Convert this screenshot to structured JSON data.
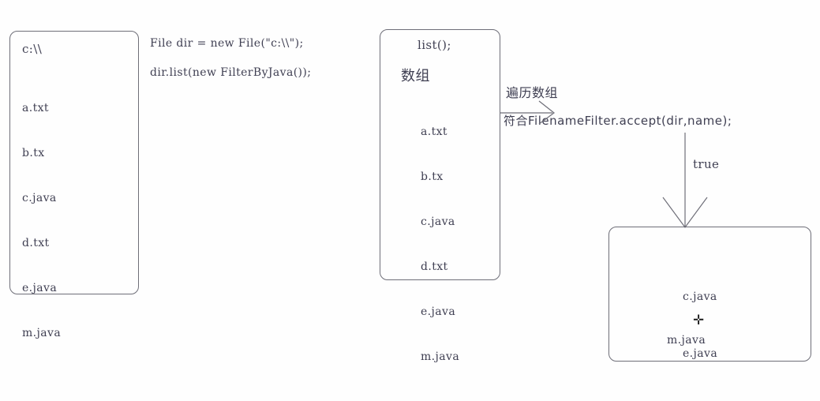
{
  "diagram": {
    "title_semantics": "java-file-list-filter-flow",
    "colors": {
      "background": "#fefefe",
      "stroke": "#6e6e78",
      "text": "#3f3f52"
    },
    "directory_box": {
      "path_label": "c:\\\\",
      "files": [
        "a.txt",
        "b.tx",
        "c.java",
        "d.txt",
        "e.java",
        "m.java"
      ]
    },
    "code_lines": [
      "File dir = new File(\"c:\\\\\");",
      "dir.list(new FilterByJava());"
    ],
    "array_box": {
      "method_label": "list();",
      "array_label": "数组",
      "files": [
        "a.txt",
        "b.tx",
        "c.java",
        "d.txt",
        "e.java",
        "m.java"
      ]
    },
    "arrows": {
      "traverse_label": "遍历数组",
      "accept_label": "符合FilenameFilter.accept(dir,name);",
      "true_label": "true"
    },
    "result_box": {
      "files_group_one": [
        "c.java",
        "e.java"
      ],
      "files_group_two": [
        "m.java"
      ]
    },
    "cursor": {
      "glyph": "✛",
      "kind": "move-cursor"
    }
  }
}
